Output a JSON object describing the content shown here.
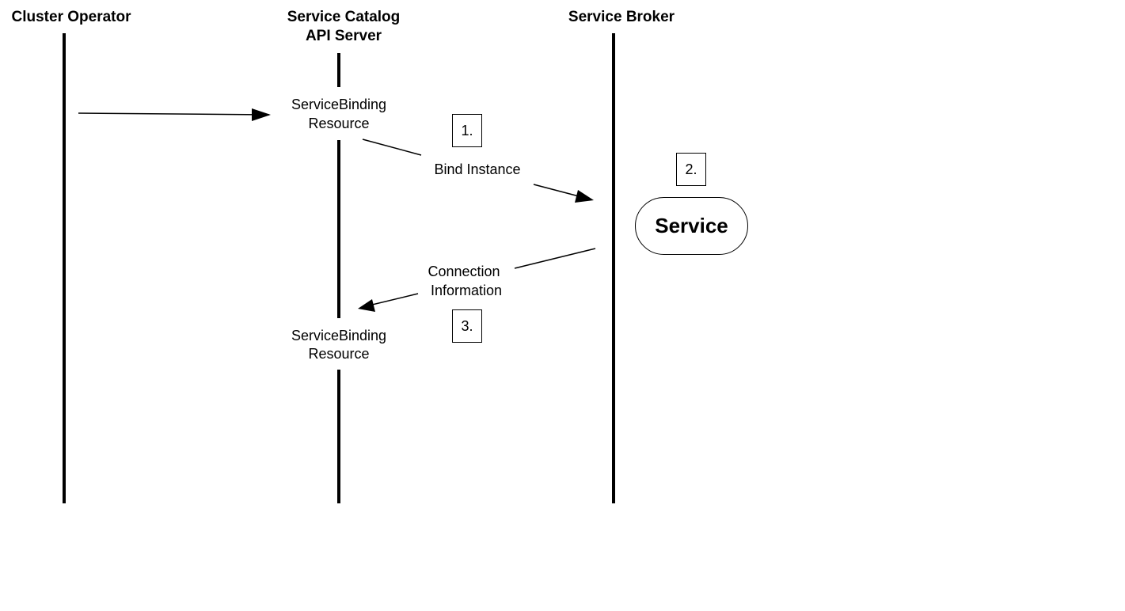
{
  "lanes": {
    "cluster_operator": "Cluster Operator",
    "api_server_line1": "Service Catalog",
    "api_server_line2": "API Server",
    "service_broker": "Service Broker"
  },
  "resource_top": {
    "line1": "ServiceBinding",
    "line2": "Resource"
  },
  "resource_bottom": {
    "line1": "ServiceBinding",
    "line2": "Resource"
  },
  "messages": {
    "bind": "Bind Instance",
    "connection_line1": "Connection",
    "connection_line2": "Information"
  },
  "steps": [
    "1.",
    "2.",
    "3."
  ],
  "service": "Service"
}
